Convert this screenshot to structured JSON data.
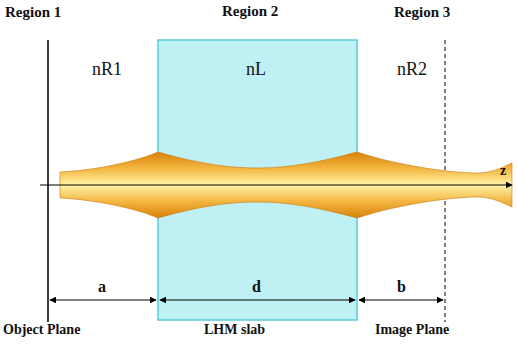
{
  "diagram": {
    "nodes": [
      {
        "text": [
          "Region 2",
          "nL"
        ]
      }
    ],
    "labels": [
      "Region 1",
      "Region 3",
      "nR1",
      "nR2",
      "a",
      "d",
      "b",
      "Object Plane",
      "LHM slab",
      "Image Plane",
      "z"
    ]
  }
}
